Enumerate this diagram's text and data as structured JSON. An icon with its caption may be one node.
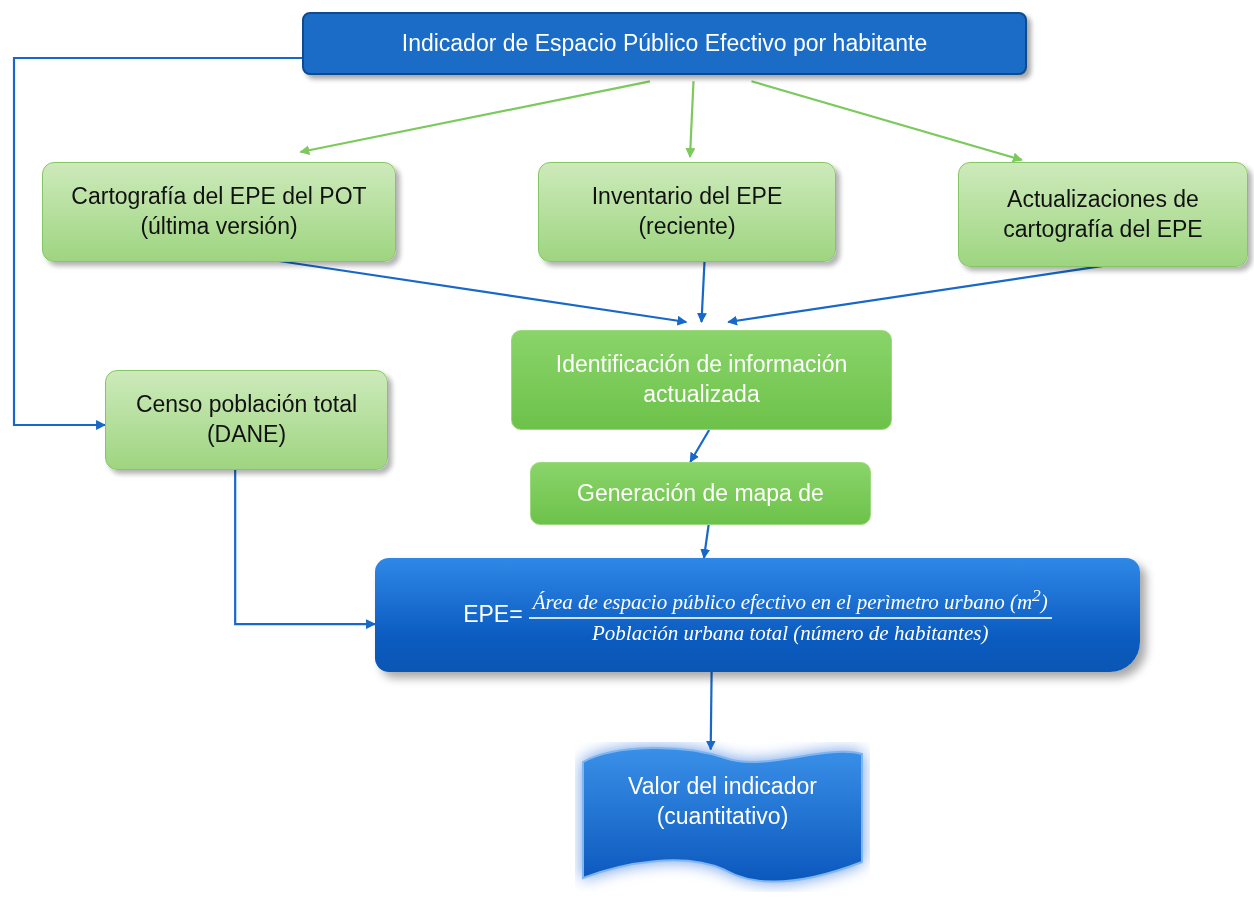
{
  "diagram": {
    "nodes": [
      {
        "text": [
          "Indicador de Espacio Público Efectivo por habitante"
        ]
      },
      {
        "text": [
          "Cartografía del EPE del POT (última versión)"
        ]
      },
      {
        "text": [
          "Inventario del EPE (reciente)"
        ]
      },
      {
        "text": [
          "Actualizaciones de cartografía del EPE"
        ]
      },
      {
        "text": [
          "Censo población total (DANE)"
        ]
      },
      {
        "text": [
          "Identificación de información actualizada"
        ]
      },
      {
        "text": [
          "Generación de mapa de"
        ]
      },
      {
        "text": [
          "EPE=",
          "Área de espacio público efectivo en el perìmetro urbano (m$^{2}$)",
          "Población urbana total (número de habitantes)"
        ]
      },
      {
        "text": [
          "Valor del indicador (cuantitativo)"
        ]
      }
    ],
    "edges": [
      {
        "from": 0,
        "to": 1,
        "arrow": "to",
        "color": "#7cc95c"
      },
      {
        "from": 0,
        "to": 2,
        "arrow": "to",
        "color": "#7cc95c"
      },
      {
        "from": 0,
        "to": 3,
        "arrow": "to",
        "color": "#7cc95c"
      },
      {
        "from": 0,
        "to": 4,
        "arrow": "to"
      },
      {
        "from": 1,
        "to": 5,
        "arrow": "to"
      },
      {
        "from": 2,
        "to": 5,
        "arrow": "to"
      },
      {
        "from": 3,
        "to": 5,
        "arrow": "to"
      },
      {
        "from": 5,
        "to": 6,
        "arrow": "to"
      },
      {
        "from": 6,
        "to": 7,
        "arrow": "to"
      },
      {
        "from": 4,
        "to": 7,
        "arrow": "to"
      },
      {
        "from": 7,
        "to": 8,
        "arrow": "to"
      }
    ]
  }
}
